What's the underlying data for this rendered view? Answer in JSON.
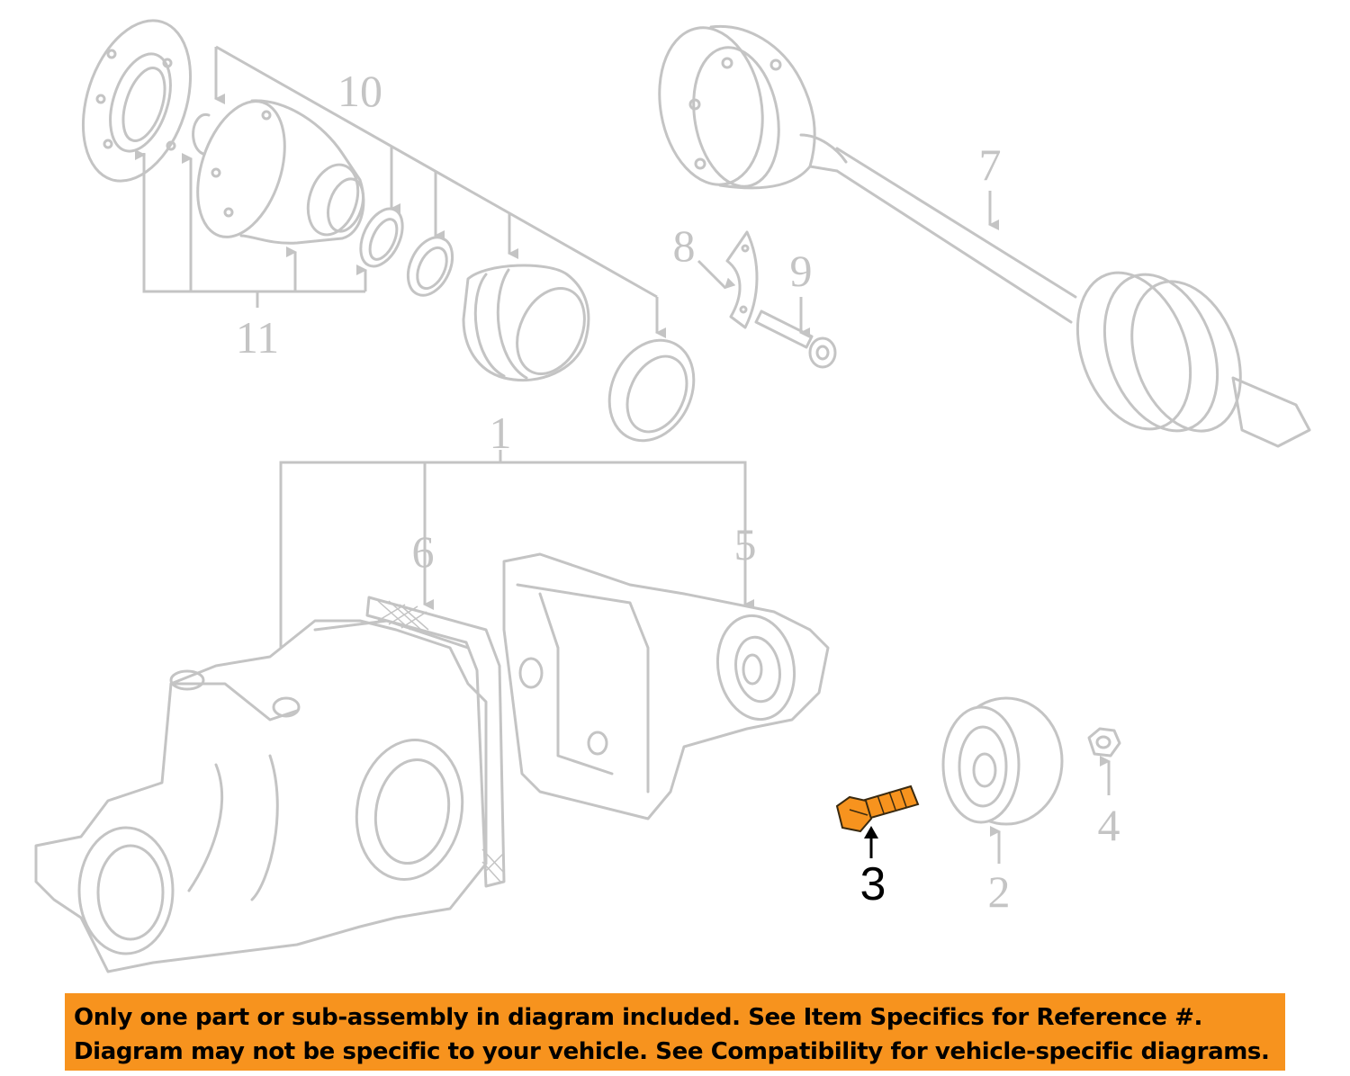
{
  "callouts": {
    "c1": "1",
    "c2": "2",
    "c3": "3",
    "c4": "4",
    "c5": "5",
    "c6": "6",
    "c7": "7",
    "c8": "8",
    "c9": "9",
    "c10": "10",
    "c11": "11"
  },
  "highlighted_part": "3",
  "colors": {
    "highlight_part": "#f7931e",
    "inactive_lines": "#c4c4c4",
    "active_callout": "#000000",
    "banner_background": "#f7931e"
  },
  "disclaimer": {
    "line1": "Only one part or sub-assembly in diagram included. See Item Specifics for Reference #.",
    "line2": "Diagram may not be specific to your vehicle. See Compatibility for vehicle-specific diagrams."
  }
}
